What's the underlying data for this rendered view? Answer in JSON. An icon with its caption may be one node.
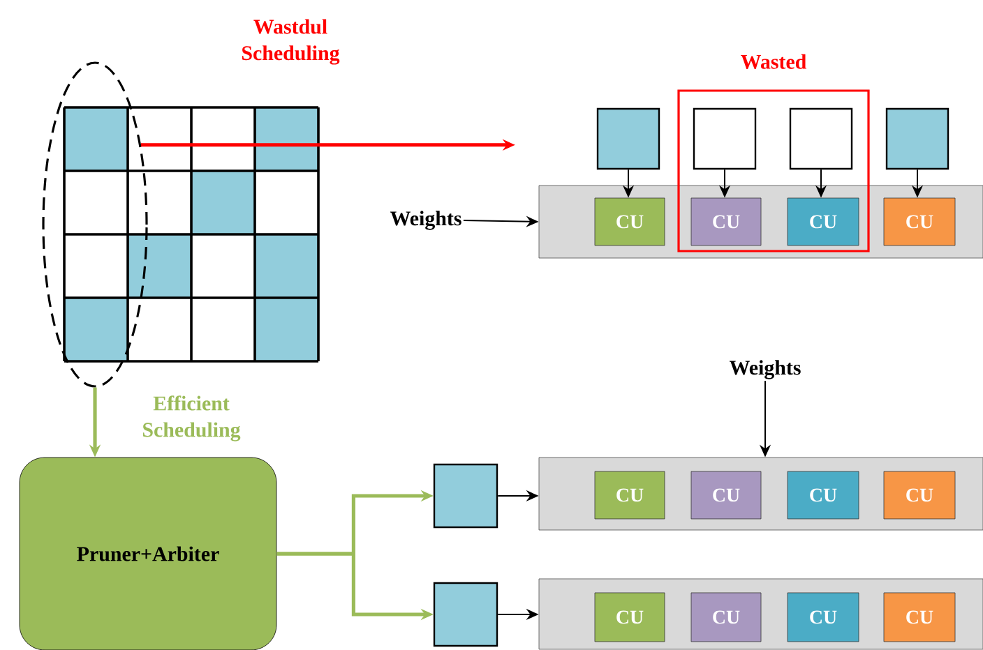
{
  "diagram": {
    "nodes": [
      {
        "text": [],
        "shape": "ellipse"
      },
      {
        "text": [
          "Pruner+Arbiter"
        ]
      },
      {
        "text": [
          "Weights"
        ]
      },
      {
        "text": [],
        "shape": "bar"
      },
      {
        "text": [],
        "shape": "box"
      },
      {
        "text": [
          "Wasted"
        ]
      },
      {
        "text": [],
        "shape": "box",
        "in": 5
      },
      {
        "text": [],
        "shape": "box",
        "in": 5
      },
      {
        "text": [],
        "shape": "box"
      },
      {
        "text": [
          "CU"
        ],
        "in": 3
      },
      {
        "text": [
          "CU"
        ]
      },
      {
        "text": [
          "CU"
        ]
      },
      {
        "text": [
          "CU"
        ],
        "in": 3
      },
      {
        "text": [
          "Weights"
        ]
      },
      {
        "text": [],
        "shape": "bar"
      },
      {
        "text": [
          "CU"
        ],
        "in": 14
      },
      {
        "text": [
          "CU"
        ],
        "in": 14
      },
      {
        "text": [
          "CU"
        ],
        "in": 14
      },
      {
        "text": [
          "CU"
        ],
        "in": 14
      },
      {
        "text": [],
        "shape": "bar"
      },
      {
        "text": [
          "CU"
        ],
        "in": 19
      },
      {
        "text": [
          "CU"
        ],
        "in": 19
      },
      {
        "text": [
          "CU"
        ],
        "in": 19
      },
      {
        "text": [
          "CU"
        ],
        "in": 19
      },
      {
        "text": [],
        "shape": "box"
      },
      {
        "text": [],
        "shape": "box"
      }
    ],
    "edges": [
      {
        "from": 0,
        "to": null,
        "arrow": "to",
        "label": "Wastdul Scheduling",
        "style": "thick",
        "color": "#ff0000"
      },
      {
        "from": 0,
        "to": 1,
        "arrow": "to",
        "label": "Efficient Scheduling",
        "style": "thick",
        "color": "#9bbb59"
      },
      {
        "from": 2,
        "to": 3,
        "arrow": "to"
      },
      {
        "from": 4,
        "to": 9,
        "arrow": "to"
      },
      {
        "from": 6,
        "to": 10,
        "arrow": "to"
      },
      {
        "from": 7,
        "to": 11,
        "arrow": "to"
      },
      {
        "from": 8,
        "to": 12,
        "arrow": "to"
      },
      {
        "from": 13,
        "to": 14,
        "arrow": "to"
      },
      {
        "from": 1,
        "to": 24,
        "arrow": "to",
        "style": "thick",
        "color": "#9bbb59"
      },
      {
        "from": 1,
        "to": 25,
        "arrow": "to",
        "style": "thick",
        "color": "#9bbb59"
      },
      {
        "from": 24,
        "to": 14,
        "arrow": "to"
      },
      {
        "from": 25,
        "to": 19,
        "arrow": "to"
      }
    ]
  }
}
